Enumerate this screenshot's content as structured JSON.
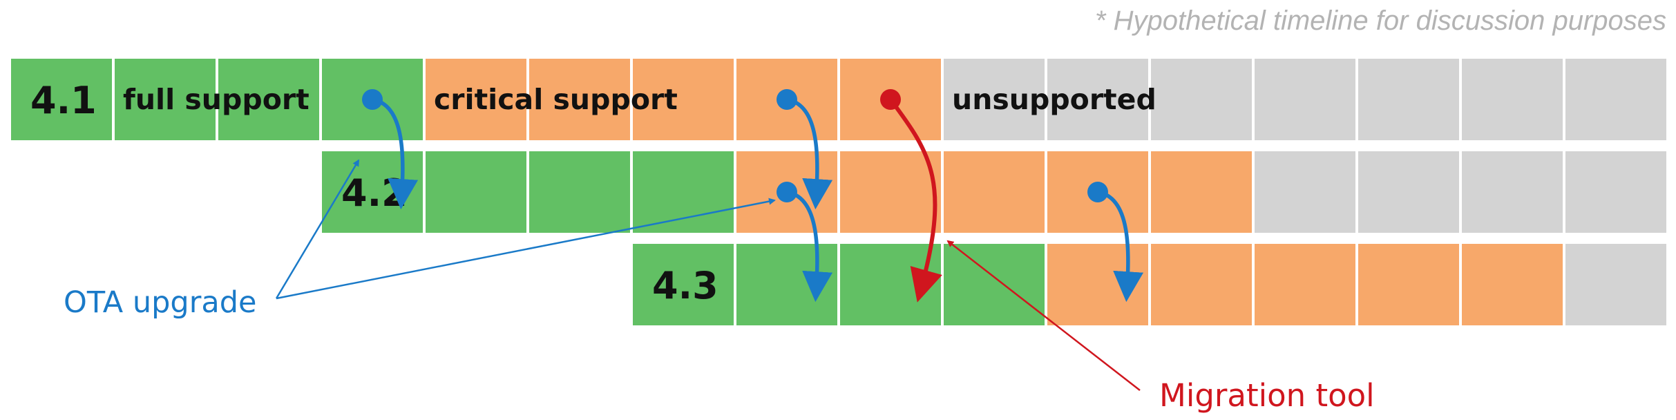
{
  "note": "* Hypothetical timeline for discussion purposes",
  "colors": {
    "full_support": "#62c064",
    "critical_support": "#f7a86a",
    "unsupported": "#d3d3d3",
    "ota_upgrade": "#1a7ac8",
    "migration_tool": "#d0161e"
  },
  "timeline": {
    "total_slots": 16,
    "releases": [
      {
        "version": "4.1",
        "phases": [
          {
            "label": "full support",
            "state": "full_support",
            "start": 0,
            "slots": 4
          },
          {
            "label": "critical support",
            "state": "critical_support",
            "start": 4,
            "slots": 5
          },
          {
            "label": "unsupported",
            "state": "unsupported",
            "start": 9,
            "slots": 7
          }
        ]
      },
      {
        "version": "4.2",
        "phases": [
          {
            "label": "",
            "state": "full_support",
            "start": 3,
            "slots": 4
          },
          {
            "label": "",
            "state": "critical_support",
            "start": 7,
            "slots": 5
          },
          {
            "label": "",
            "state": "unsupported",
            "start": 12,
            "slots": 4
          }
        ]
      },
      {
        "version": "4.3",
        "phases": [
          {
            "label": "",
            "state": "full_support",
            "start": 6,
            "slots": 4
          },
          {
            "label": "",
            "state": "critical_support",
            "start": 10,
            "slots": 5
          },
          {
            "label": "",
            "state": "unsupported",
            "start": 15,
            "slots": 1
          }
        ]
      }
    ]
  },
  "transitions": [
    {
      "kind": "ota_upgrade",
      "from_release": "4.1",
      "to_release": "4.2",
      "slot": 3
    },
    {
      "kind": "ota_upgrade",
      "from_release": "4.1",
      "to_release": "4.2",
      "slot": 7
    },
    {
      "kind": "ota_upgrade",
      "from_release": "4.2",
      "to_release": "4.3",
      "slot": 7
    },
    {
      "kind": "ota_upgrade",
      "from_release": "4.2",
      "to_release": "4.3",
      "slot": 10
    },
    {
      "kind": "migration_tool",
      "from_release": "4.1",
      "to_release": "4.3",
      "slot": 8
    }
  ],
  "callouts": {
    "ota_upgrade": "OTA upgrade",
    "migration_tool": "Migration tool"
  }
}
